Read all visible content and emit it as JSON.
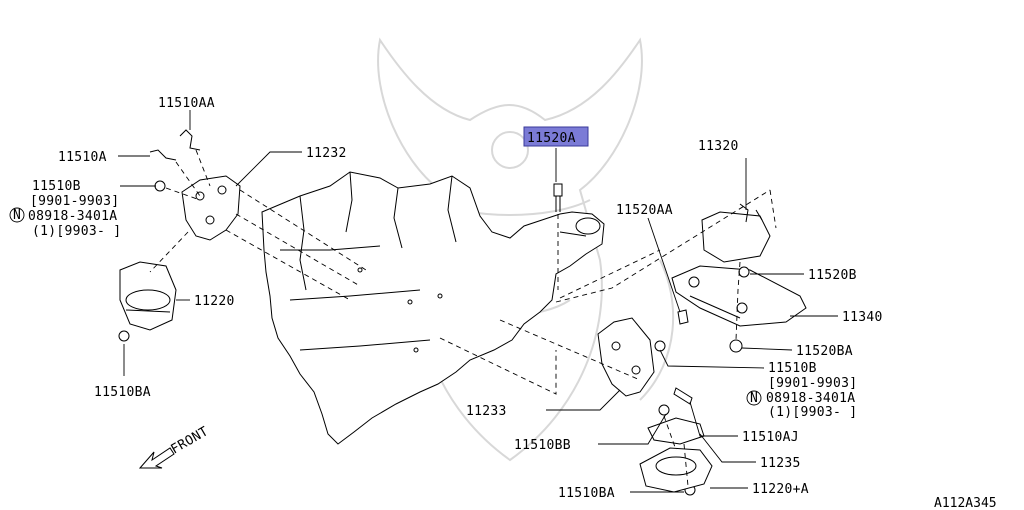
{
  "diagram": {
    "code": "A112A345",
    "front_label": "FRONT",
    "highlight_color": "#7b7bd6",
    "watermark": "samurai-helmet-emblem",
    "labels": {
      "p11510AA": "11510AA",
      "p11510A": "11510A",
      "p11510B_left": "11510B",
      "p11510B_left_range": "[9901-9903]",
      "p08918_left": "08918-3401A",
      "p08918_left_note": "(1)[9903-    ]",
      "p11232": "11232",
      "p11220": "11220",
      "p11510BA_left": "11510BA",
      "p11520A": "11520A",
      "p11320": "11320",
      "p11520AA": "11520AA",
      "p11520B": "11520B",
      "p11340": "11340",
      "p11520BA": "11520BA",
      "p11510B_right": "11510B",
      "p11510B_right_range": "[9901-9903]",
      "p08918_right": "08918-3401A",
      "p08918_right_note": "(1)[9903-    ]",
      "p11233": "11233",
      "p11510AJ": "11510AJ",
      "p11510BB": "11510BB",
      "p11235": "11235",
      "p11220A": "11220+A",
      "p11510BA_right": "11510BA",
      "n_symbol": "N"
    }
  }
}
